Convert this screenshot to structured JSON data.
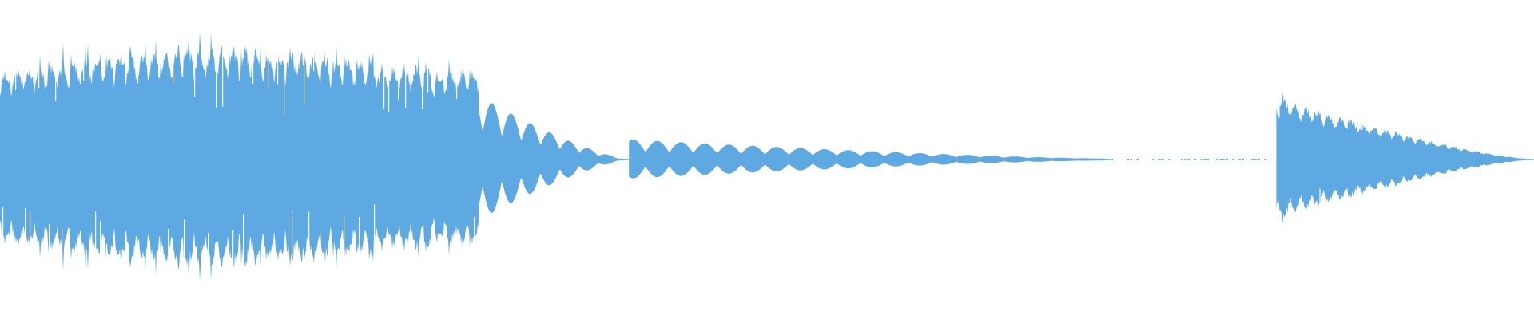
{
  "waveform": {
    "color": "#5ea9e1",
    "background": "#ffffff",
    "segments": [
      {
        "start": 0.0,
        "end": 0.312,
        "amp": 0.34,
        "envelope": "steady",
        "style": "dense"
      },
      {
        "start": 0.312,
        "end": 0.41,
        "amp": 0.2,
        "envelope": "decay",
        "style": "lobes"
      },
      {
        "start": 0.41,
        "end": 0.72,
        "amp": 0.06,
        "envelope": "decay",
        "style": "lobes-thin"
      },
      {
        "start": 0.72,
        "end": 0.83,
        "amp": 0.006,
        "envelope": "flat",
        "style": "dashed"
      },
      {
        "start": 0.832,
        "end": 1.0,
        "amp": 0.2,
        "envelope": "decay",
        "style": "dense"
      }
    ]
  }
}
